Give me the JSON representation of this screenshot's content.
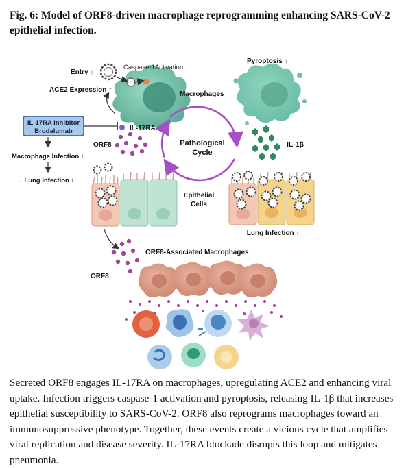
{
  "figure": {
    "title": "Fig. 6: Model of ORF8-driven macrophage reprogramming enhancing SARS-CoV-2 epithelial infection.",
    "caption": "Secreted ORF8 engages IL-17RA on macrophages, upregulating ACE2 and enhancing viral uptake. Infection triggers caspase-1 activation and pyroptosis, releasing IL-1β that increases epithelial susceptibility to SARS-CoV-2. ORF8 also reprograms macrophages toward an immunosuppressive phenotype. Together, these events create a vicious cycle that amplifies viral replication and disease severity. IL-17RA blockade disrupts this loop and mitigates pneumonia."
  },
  "labels": {
    "entry": "Entry ↑",
    "caspase": "Caspase-1Activation",
    "ace2": "ACE2 Expression ↑",
    "macrophages": "Macrophages",
    "pyroptosis": "Pyroptosis ↑",
    "il1b": "IL-1β",
    "inhibitor_line1": "IL-17RA Inhibitor",
    "inhibitor_line2": "Brodalumab",
    "il17ra": "IL-17RA",
    "orf8_top": "ORF8",
    "cycle_line1": "Pathological",
    "cycle_line2": "Cycle",
    "mac_infection": "Macrophage Infection ↓",
    "lung_infection_down": "↓ Lung Infection ↓",
    "epithelial_line1": "Epithelial",
    "epithelial_line2": "Cells",
    "lung_infection_up": "↑ Lung Infection ↑",
    "orf8_assoc": "ORF8-Associated Macrophages",
    "orf8_bottom": "ORF8"
  },
  "colors": {
    "macrophage_green": "#6cbfa8",
    "orf8_purple": "#a0449c",
    "cycle_purple": "#a44fc4",
    "il1b_green": "#2e8a62",
    "inhibitor_fill": "#a9c8ec",
    "inhibitor_stroke": "#2f5d9a",
    "epithelial_pink": "#f2c7b4",
    "epithelial_green": "#bfe3d3",
    "epithelial_yellow": "#f4d48c",
    "orf8_macrophage": "#d99a84"
  }
}
